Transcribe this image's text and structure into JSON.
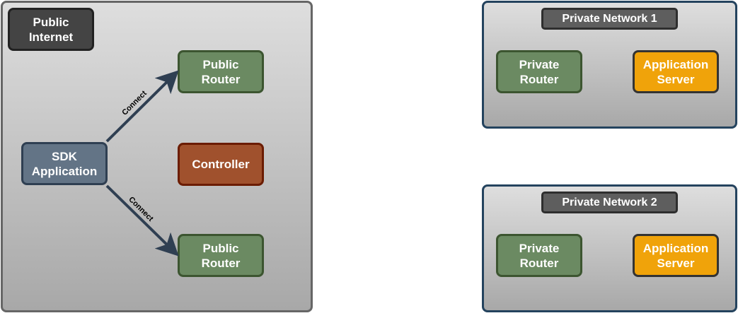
{
  "public_zone": {
    "label": "Public\nInternet",
    "sdk": "SDK\nApplication",
    "router_top": "Public\nRouter",
    "router_bottom": "Public\nRouter",
    "controller": "Controller",
    "edge_top": "Connect",
    "edge_bottom": "Connect"
  },
  "private_networks": [
    {
      "label": "Private Network 1",
      "router": "Private\nRouter",
      "server": "Application\nServer"
    },
    {
      "label": "Private Network 2",
      "router": "Private\nRouter",
      "server": "Application\nServer"
    }
  ],
  "colors": {
    "router": "#6b8a62",
    "sdk": "#637486",
    "controller": "#a0512d",
    "server": "#f0a30a",
    "arrow": "#2f3f52"
  }
}
